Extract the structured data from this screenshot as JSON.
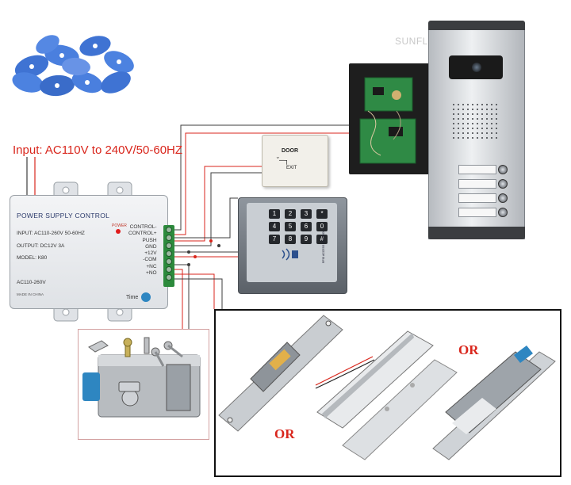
{
  "title": "Input: AC110V to 240V/50-60HZ",
  "watermark": "SUNFLOWERVDP",
  "power_supply": {
    "title": "POWER SUPPLY CONTROL",
    "input": "INPUT: AC110-260V 50-60HZ",
    "output": "OUTPUT: DC12V 3A",
    "model": "MODEL: K80",
    "power_led": "POWER",
    "ac_label": "AC110-260V",
    "made_in": "MADE IN CHINA",
    "time_label": "Time",
    "terminals": [
      "CONTROL-",
      "CONTROL+",
      "PUSH",
      "GND",
      "+12V",
      "-COM",
      "+NC",
      "+NO"
    ]
  },
  "exit_button": {
    "line1": "DOOR",
    "line2": "EXIT"
  },
  "keypad": {
    "keys": [
      "1",
      "2",
      "3",
      "4",
      "5",
      "6",
      "7",
      "8",
      "9",
      "*",
      "0",
      "#"
    ],
    "model_text": "RFID ACCESS CONTROL"
  },
  "lock_options": {
    "or_1": "OR",
    "or_2": "OR"
  },
  "colors": {
    "wire_red": "#d9261c",
    "wire_dark": "#3c3c3c",
    "terminal_green": "#2c8a3c",
    "tag_blue": "#3f73d3",
    "label_red": "#d9261c"
  },
  "icons": {
    "exit_key": "key-icon",
    "rfid": "rfid-wave-icon",
    "time_knob": "knob-icon"
  }
}
